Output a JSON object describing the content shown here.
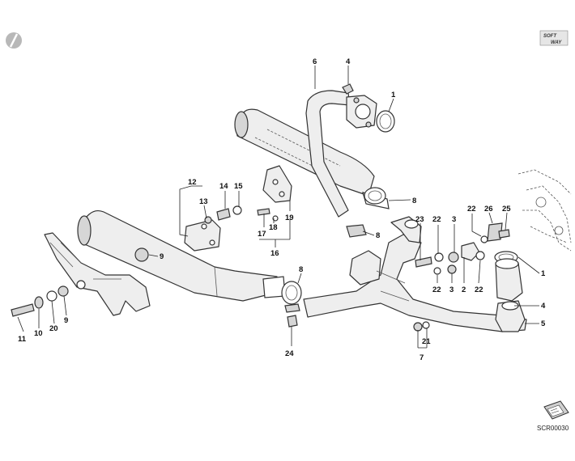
{
  "diagram": {
    "logo": {
      "line1": "SOFT",
      "line2": "WAY"
    },
    "footer_code": "SCR00030",
    "callouts": {
      "c6": "6",
      "c4_top": "4",
      "c1_top": "1",
      "c8_a": "8",
      "c12": "12",
      "c13": "13",
      "c14": "14",
      "c15": "15",
      "c9_a": "9",
      "c19": "19",
      "c18": "18",
      "c17": "17",
      "c16": "16",
      "c8_b": "8",
      "c23": "23",
      "c22_a": "22",
      "c3_a": "3",
      "c22_b": "22",
      "c26": "26",
      "c25": "25",
      "c22_c": "22",
      "c3_b": "3",
      "c2": "2",
      "c22_d": "22",
      "c1_b": "1",
      "c4_b": "4",
      "c5": "5",
      "c8_c": "8",
      "c24": "24",
      "c21": "21",
      "c7": "7",
      "c11": "11",
      "c10": "10",
      "c20": "20",
      "c9_b": "9"
    }
  }
}
